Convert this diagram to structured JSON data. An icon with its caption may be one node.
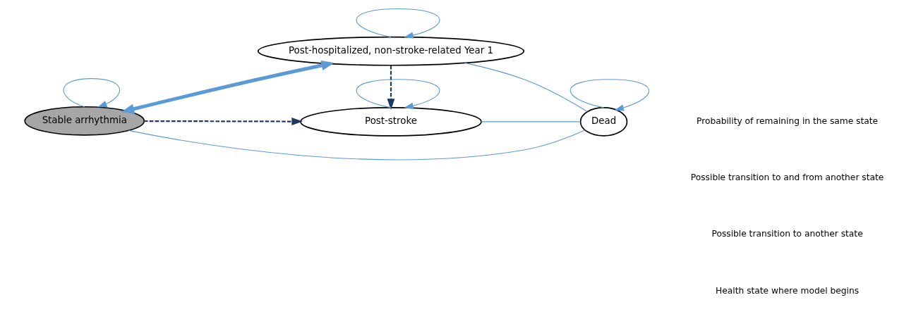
{
  "diagram": {
    "nodes": [
      {
        "text": [
          "Stable arrhythmia"
        ]
      },
      {
        "text": [
          "Post-hospitalized, non-stroke-related Year 1"
        ]
      },
      {
        "text": [
          "Post-stroke"
        ]
      },
      {
        "text": [
          "Dead"
        ]
      }
    ],
    "edges": [
      {
        "from": 0,
        "to": 0,
        "arrow": "to"
      },
      {
        "from": 1,
        "to": 1,
        "arrow": "to"
      },
      {
        "from": 0,
        "to": 1,
        "arrow": "both",
        "style": "thick"
      },
      {
        "from": 2,
        "to": 2,
        "arrow": "to"
      },
      {
        "from": 0,
        "to": 2,
        "arrow": "to",
        "style": "dashed",
        "color": "#1f3864"
      },
      {
        "from": 1,
        "to": 2,
        "arrow": "to",
        "style": "dashed",
        "color": "#1f3864"
      },
      {
        "from": 0,
        "to": 3,
        "arrow": "none"
      },
      {
        "from": 1,
        "to": 3,
        "arrow": "none"
      },
      {
        "from": 2,
        "to": 3,
        "arrow": "none"
      },
      {
        "from": 3,
        "to": 3,
        "arrow": "to"
      }
    ],
    "legend": [
      {
        "text": "Probability of remaining in the same state"
      },
      {
        "text": "Possible transition to and from another state"
      },
      {
        "text": "Possible transition to another state"
      },
      {
        "text": "Health state where model begins"
      }
    ]
  }
}
